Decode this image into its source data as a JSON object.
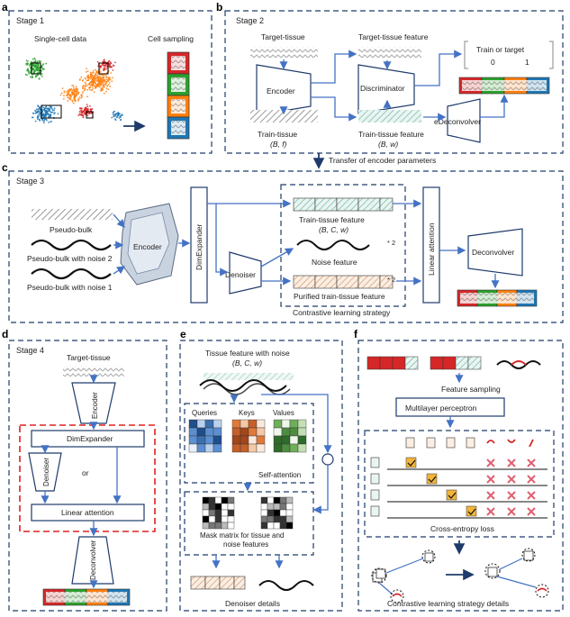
{
  "panels": [
    "a",
    "b",
    "c",
    "d",
    "e",
    "f"
  ],
  "stage1": {
    "title": "Stage 1",
    "single_cell": "Single-cell data",
    "sampling": "Cell sampling"
  },
  "stage2": {
    "title": "Stage 2",
    "target_tissue": "Target-tissue",
    "target_feature": "Target-tissue feature",
    "train_or_target": "Train or target",
    "zero": "0",
    "one": "1",
    "encoder": "Encoder",
    "discriminator": "Discriminator",
    "edeconvolver": "eDeconvolver",
    "train_tissue": "Train-tissue",
    "train_tissue_dim": "(B, f)",
    "train_feature": "Train-tissue feature",
    "train_feature_dim": "(B, w)"
  },
  "transfer": "Transfer of encoder parameters",
  "stage3": {
    "title": "Stage 3",
    "pseudo_bulk": "Pseudo-bulk",
    "noise2": "Pseudo-bulk with noise 2",
    "noise1": "Pseudo-bulk with noise 1",
    "encoder": "Encoder",
    "dimexpander": "DimExpander",
    "denoiser": "Denoiser",
    "train_feature": "Train-tissue feature",
    "train_feature_dim": "(B, C, w)",
    "noise_feature": "Noise feature",
    "purified": "Purified train-tissue feature",
    "times2a": "* 2",
    "times2b": "* 2",
    "contrastive": "Contrastive learning strategy",
    "linear_attention": "Linear attention",
    "deconvolver": "Deconvolver"
  },
  "stage4": {
    "title": "Stage 4",
    "target_tissue": "Target-tissue",
    "encoder": "Encoder",
    "dimexpander": "DimExpander",
    "denoiser": "Denoiser",
    "or": "or",
    "linear_attention": "Linear attention",
    "deconvolver": "Deconvolver"
  },
  "panel_e": {
    "tissue_noise": "Tissue feature with noise",
    "dims": "(B, C, w)",
    "queries": "Queries",
    "keys": "Keys",
    "values": "Values",
    "self_attention": "Self-attention",
    "mask_line1": "Mask matrix for tissue and",
    "mask_line2": "noise features",
    "caption": "Denoiser details"
  },
  "panel_f": {
    "feature_sampling": "Feature sampling",
    "mlp": "Multilayer perceptron",
    "cross_entropy": "Cross-entropy loss",
    "caption": "Contrastive learning strategy details"
  },
  "colors": {
    "frame": "#1f3b6b",
    "arrow": "#4472c4",
    "red": "#d62728",
    "green": "#2ca02c",
    "orange": "#ff7f0e",
    "blue": "#1f77b4",
    "highlight": "#e02020"
  }
}
